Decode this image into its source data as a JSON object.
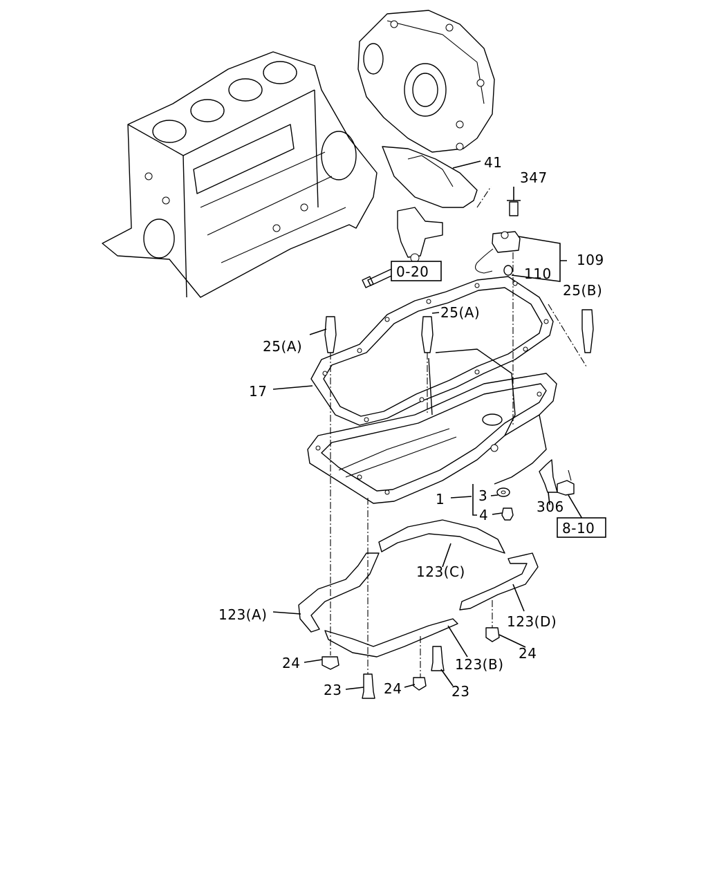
{
  "callouts": {
    "c41": "41",
    "c347": "347",
    "c109": "109",
    "c110": "110",
    "c0_20": "0-20",
    "c25a_top": "25(A)",
    "c25b": "25(B)",
    "c25a_left": "25(A)",
    "c17": "17",
    "c1": "1",
    "c3": "3",
    "c4": "4",
    "c306": "306",
    "c8_10": "8-10",
    "c123c": "123(C)",
    "c123a": "123(A)",
    "c123d": "123(D)",
    "c24_right": "24",
    "c123b": "123(B)",
    "c24_left": "24",
    "c23_left": "23",
    "c24_mid": "24",
    "c23_right": "23"
  }
}
